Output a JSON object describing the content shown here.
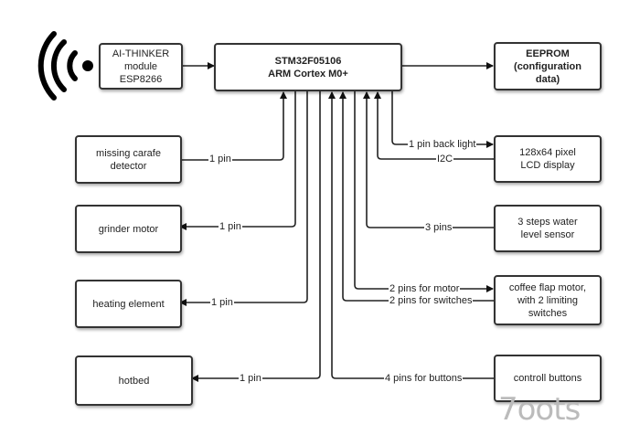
{
  "diagram": {
    "blocks": {
      "wifi_module": [
        "AI-THINKER",
        "module",
        "ESP8266"
      ],
      "mcu": [
        "STM32F05106",
        "ARM Cortex M0+"
      ],
      "eeprom": [
        "EEPROM",
        "(configuration",
        "data)"
      ],
      "carafe": [
        "missing carafe",
        "detector"
      ],
      "grinder": [
        "grinder motor"
      ],
      "heating": [
        "heating element"
      ],
      "hotbed": [
        "hotbed"
      ],
      "lcd": [
        "128x64 pixel",
        "LCD display"
      ],
      "water": [
        "3 steps water",
        "level sensor"
      ],
      "flap": [
        "coffee flap motor,",
        "with  2 limiting",
        "switches"
      ],
      "buttons": [
        "controll buttons"
      ]
    },
    "connections": {
      "carafe": "1  pin",
      "grinder": "1 pin",
      "heating": "1 pin",
      "hotbed": "1 pin",
      "backlight": "1 pin back light",
      "i2c": "I2C",
      "water": "3 pins",
      "motor": "2 pins for motor",
      "switches": "2 pins for switches",
      "buttons": "4 pins for buttons"
    },
    "watermark": "7oots",
    "icon": "wifi-signal-icon"
  }
}
